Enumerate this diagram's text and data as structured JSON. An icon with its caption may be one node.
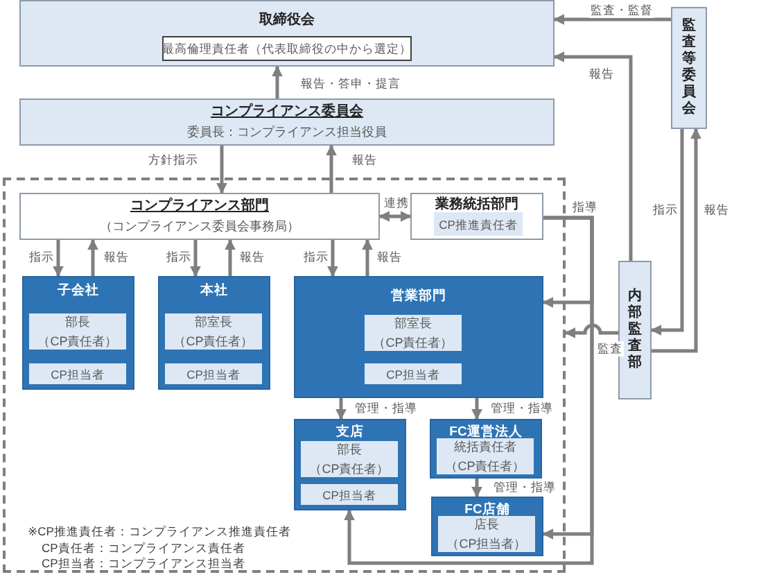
{
  "diagram": {
    "nodes": [
      {
        "text": [
          "取締役会"
        ]
      },
      {
        "text": [
          "最高倫理責任者（代表取締役の中から選定）"
        ],
        "in": 0
      },
      {
        "text": [
          "監査等委員会"
        ]
      },
      {
        "text": [
          "コンプライアンス委員会",
          "委員長：コンプライアンス担当役員"
        ]
      },
      {
        "text": [],
        "shape": "box"
      },
      {
        "text": [
          "コンプライアンス部門",
          "（コンプライアンス委員会事務局）"
        ],
        "in": 4
      },
      {
        "text": [
          "業務統括部門"
        ],
        "in": 4
      },
      {
        "text": [
          "CP推進責任者"
        ],
        "in": 6
      },
      {
        "text": [
          "内部監査部"
        ]
      },
      {
        "text": [
          "子会社"
        ],
        "in": 4
      },
      {
        "text": [
          "部長",
          "（CP責任者）"
        ],
        "in": 9
      },
      {
        "text": [
          "CP担当者"
        ],
        "in": 9
      },
      {
        "text": [
          "本社"
        ],
        "in": 4
      },
      {
        "text": [
          "部室長",
          "（CP責任者）"
        ],
        "in": 12
      },
      {
        "text": [
          "CP担当者"
        ],
        "in": 12
      },
      {
        "text": [
          "営業部門"
        ],
        "in": 4
      },
      {
        "text": [
          "部室長",
          "（CP責任者）"
        ],
        "in": 15
      },
      {
        "text": [
          "CP担当者"
        ],
        "in": 15
      },
      {
        "text": [
          "支店"
        ],
        "in": 4
      },
      {
        "text": [
          "部長",
          "（CP責任者）"
        ],
        "in": 18
      },
      {
        "text": [
          "CP担当者"
        ],
        "in": 18
      },
      {
        "text": [
          "FC運営法人"
        ],
        "in": 4
      },
      {
        "text": [
          "統括責任者",
          "（CP責任者）"
        ],
        "in": 21
      },
      {
        "text": [
          "FC店舗"
        ],
        "in": 4
      },
      {
        "text": [
          "店長",
          "（CP担当者）"
        ],
        "in": 23
      }
    ],
    "edges": [
      {
        "from": 2,
        "to": 0,
        "arrow": "to",
        "label": "監査・監督"
      },
      {
        "from": 8,
        "to": 0,
        "arrow": "to",
        "label": "報告"
      },
      {
        "from": 2,
        "to": 8,
        "arrow": "to",
        "label": "指示"
      },
      {
        "from": 8,
        "to": 2,
        "arrow": "to",
        "label": "報告"
      },
      {
        "from": 3,
        "to": 0,
        "arrow": "to",
        "label": "報告・答申・提言"
      },
      {
        "from": 3,
        "to": 5,
        "arrow": "to",
        "label": "方針指示"
      },
      {
        "from": 5,
        "to": 3,
        "arrow": "to",
        "label": "報告"
      },
      {
        "from": 5,
        "to": 6,
        "arrow": "both",
        "label": "連携"
      },
      {
        "from": 5,
        "to": 9,
        "arrow": "to",
        "label": "指示"
      },
      {
        "from": 9,
        "to": 5,
        "arrow": "to",
        "label": "報告"
      },
      {
        "from": 5,
        "to": 12,
        "arrow": "to",
        "label": "指示"
      },
      {
        "from": 12,
        "to": 5,
        "arrow": "to",
        "label": "報告"
      },
      {
        "from": 5,
        "to": 15,
        "arrow": "to",
        "label": "指示"
      },
      {
        "from": 15,
        "to": 5,
        "arrow": "to",
        "label": "報告"
      },
      {
        "from": 6,
        "to": 15,
        "arrow": "to",
        "label": "指導"
      },
      {
        "from": 6,
        "to": 23,
        "arrow": "to"
      },
      {
        "from": 6,
        "to": 18,
        "arrow": "to"
      },
      {
        "from": 8,
        "to": 4,
        "arrow": "to",
        "label": "監査"
      },
      {
        "from": 15,
        "to": 18,
        "arrow": "to",
        "label": "管理・指導"
      },
      {
        "from": 15,
        "to": 21,
        "arrow": "to",
        "label": "管理・指導"
      },
      {
        "from": 21,
        "to": 23,
        "arrow": "to",
        "label": "管理・指導"
      }
    ],
    "labels": [
      "※CP推進責任者：コンプライアンス推進責任者",
      "CP責任者：コンプライアンス責任者",
      "CP担当者：コンプライアンス担当者"
    ]
  }
}
